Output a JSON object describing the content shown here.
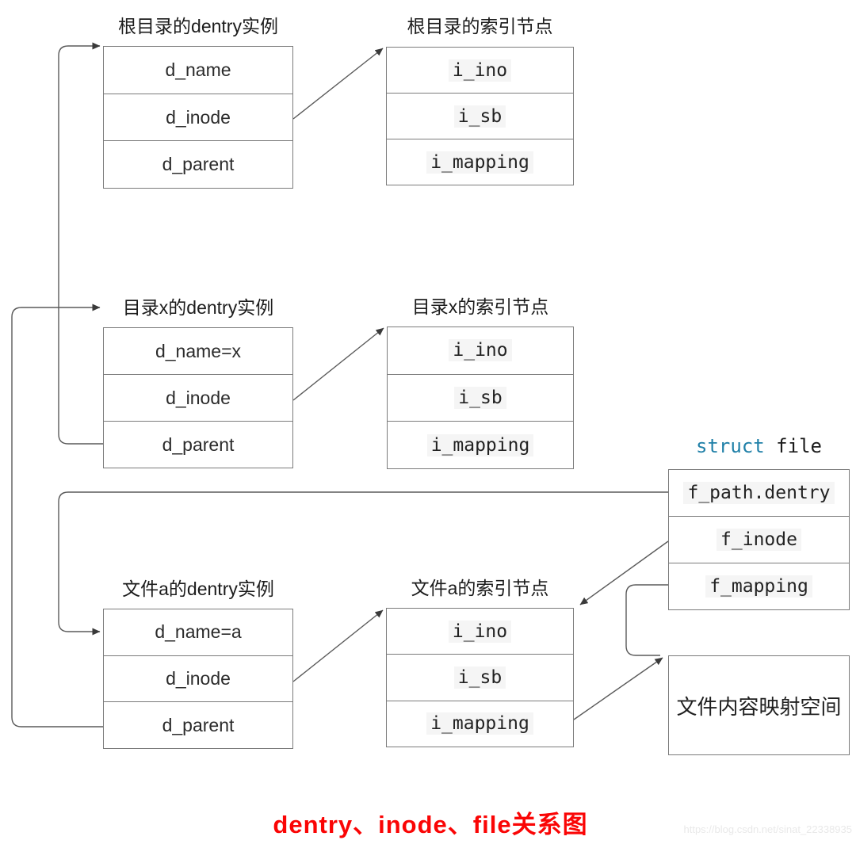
{
  "caption": "dentry、inode、file关系图",
  "watermark": "https://blog.csdn.net/sinat_22338935",
  "groups": {
    "root_dentry": {
      "title": "根目录的dentry实例",
      "rows": [
        "d_name",
        "d_inode",
        "d_parent"
      ]
    },
    "root_inode": {
      "title": "根目录的索引节点",
      "rows": [
        "i_ino",
        "i_sb",
        "i_mapping"
      ]
    },
    "dirx_dentry": {
      "title": "目录x的dentry实例",
      "rows": [
        "d_name=x",
        "d_inode",
        "d_parent"
      ]
    },
    "dirx_inode": {
      "title": "目录x的索引节点",
      "rows": [
        "i_ino",
        "i_sb",
        "i_mapping"
      ]
    },
    "filea_dentry": {
      "title": "文件a的dentry实例",
      "rows": [
        "d_name=a",
        "d_inode",
        "d_parent"
      ]
    },
    "filea_inode": {
      "title": "文件a的索引节点",
      "rows": [
        "i_ino",
        "i_sb",
        "i_mapping"
      ]
    },
    "struct_file": {
      "title_keyword": "struct",
      "title_name": "file",
      "rows": [
        "f_path.dentry",
        "f_inode",
        "f_mapping"
      ]
    },
    "mapping_space": {
      "label": "文件内容映射空间"
    }
  },
  "colors": {
    "keyword_blue": "#2080a8",
    "caption_red": "#fa0505",
    "line_gray": "#5a5a5a",
    "border_gray": "#7b7b7b",
    "code_bg": "#f5f5f5",
    "watermark_gray": "#e9e9e9"
  }
}
